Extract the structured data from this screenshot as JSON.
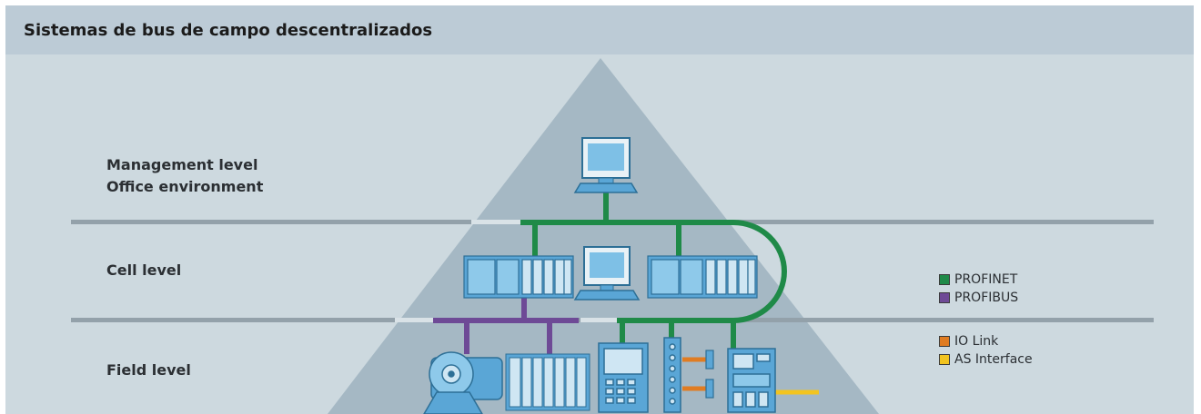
{
  "title": "Sistemas de bus de campo descentralizados",
  "levels": {
    "management_line1": "Management level",
    "management_line2": "Office environment",
    "cell": "Cell level",
    "field": "Field level"
  },
  "legend": {
    "profinet": "PROFINET",
    "profibus": "PROFIBUS",
    "io_link": "IO Link",
    "as_interface": "AS Interface"
  },
  "colors": {
    "profinet": "#1f8a48",
    "profibus": "#6e4a96",
    "io_link": "#e07c22",
    "as_interface": "#f2c420",
    "pyramid": "#a4b7c3",
    "background": "#cdd9df",
    "header": "#bccbd6",
    "device": "#5aa6d6"
  }
}
